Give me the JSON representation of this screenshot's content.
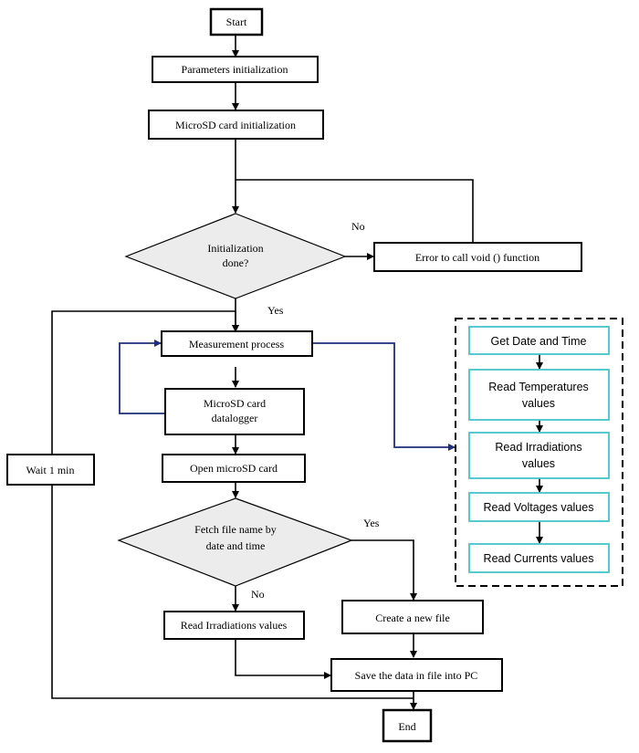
{
  "nodes": {
    "start": "Start",
    "params_init": "Parameters initialization",
    "microsd_init": "MicroSD card initialization",
    "init_done_line1": "Initialization",
    "init_done_line2": "done?",
    "error_call": "Error to call void () function",
    "measurement": "Measurement process",
    "datalogger_line1": "MicroSD card",
    "datalogger_line2": "datalogger",
    "open_microsd": "Open microSD card",
    "fetch_line1": "Fetch file name by",
    "fetch_line2": "date and time",
    "read_irradiations": "Read Irradiations values",
    "create_file": "Create a new file",
    "save_data": "Save the data in file into PC",
    "end": "End",
    "wait": "Wait 1 min"
  },
  "labels": {
    "no_1": "No",
    "yes_1": "Yes",
    "yes_2": "Yes",
    "no_2": "No"
  },
  "measurement_steps": {
    "get_date_time": "Get Date and Time",
    "read_temp_line1": "Read Temperatures",
    "read_temp_line2": "values",
    "read_irr_line1": "Read Irradiations",
    "read_irr_line2": "values",
    "read_voltages": "Read Voltages values",
    "read_currents": "Read Currents values"
  },
  "colors": {
    "process_box_border": "#000000",
    "decision_fill": "#ececec",
    "subprocess_border": "#46c3c6",
    "link_line": "#1f2f7a"
  }
}
